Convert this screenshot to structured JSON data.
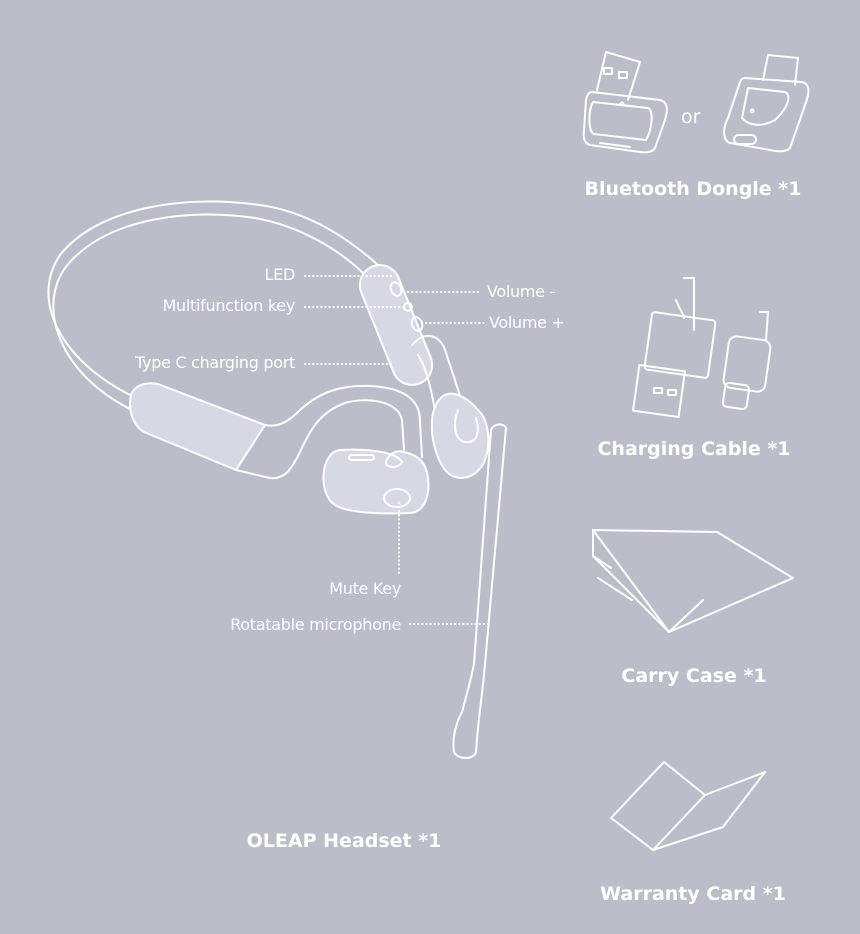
{
  "headset": {
    "title": "OLEAP Headset *1",
    "labels": {
      "led": "LED",
      "multifunction": "Multifunction key",
      "type_c": "Type C charging port",
      "volume_down": "Volume -",
      "volume_up": "Volume +",
      "mute": "Mute Key",
      "microphone": "Rotatable microphone"
    }
  },
  "accessories": {
    "dongle": {
      "title": "Bluetooth Dongle *1",
      "or": "or"
    },
    "cable": {
      "title": "Charging Cable *1"
    },
    "case": {
      "title": "Carry Case *1"
    },
    "card": {
      "title": "Warranty Card *1"
    }
  },
  "colors": {
    "background": "#bcbdc9",
    "fill": "#d6d8e4",
    "line": "#ffffff"
  }
}
